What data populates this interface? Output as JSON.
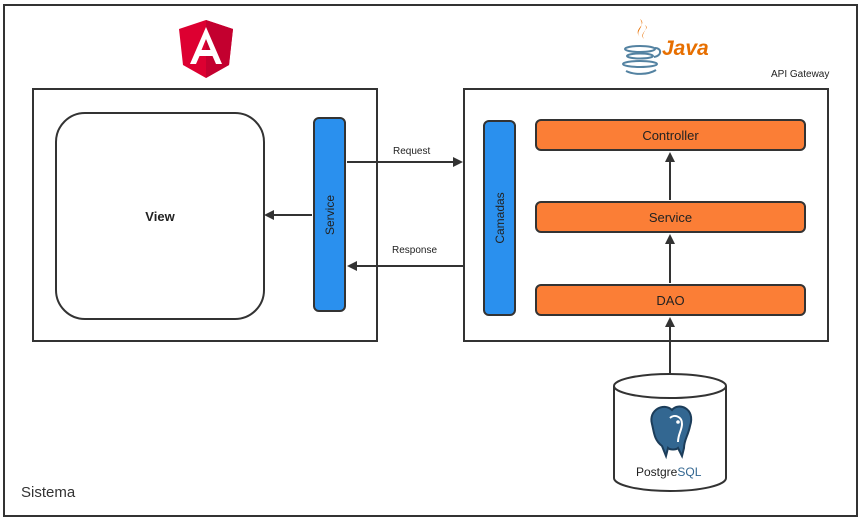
{
  "labels": {
    "system": "Sistema",
    "api_gateway": "API Gateway",
    "view": "View",
    "frontend_service": "Service",
    "layers": "Camadas",
    "request": "Request",
    "response": "Response",
    "controller": "Controller",
    "service": "Service",
    "dao": "DAO"
  },
  "logos": {
    "angular": {
      "letter": "A",
      "icon": "angular-logo",
      "color": "#dd0031"
    },
    "java": {
      "text": "Java",
      "icon": "java-logo",
      "color": "#e76f00",
      "blue": "#5382a1"
    },
    "postgres": {
      "text_a": "Postgre",
      "text_b": "SQL",
      "icon": "postgresql-elephant",
      "color": "#336791"
    }
  },
  "colors": {
    "blue_bar": "#2a90ee",
    "orange_box": "#fb7e36",
    "stroke": "#333333"
  }
}
